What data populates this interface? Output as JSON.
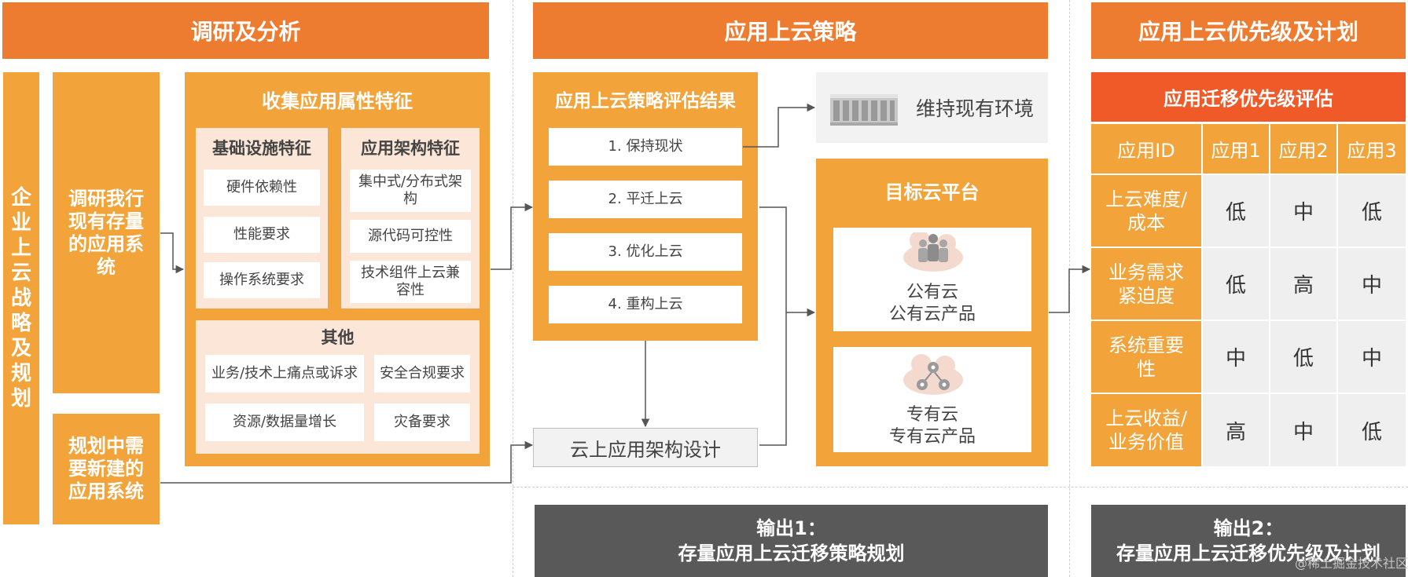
{
  "headers": {
    "col1": "调研及分析",
    "col2": "应用上云策略",
    "col3": "应用上云优先级及计划"
  },
  "left": {
    "vertical_label": "企业上云战略及规划",
    "survey_box": "调研我行现有存量的应用系统",
    "new_box": "规划中需要新建的应用系统"
  },
  "collect": {
    "title": "收集应用属性特征",
    "infra": {
      "title": "基础设施特征",
      "items": [
        "硬件依赖性",
        "性能要求",
        "操作系统要求"
      ]
    },
    "arch": {
      "title": "应用架构特征",
      "items": [
        "集中式/分布式架构",
        "源代码可控性",
        "技术组件上云兼容性"
      ]
    },
    "other": {
      "title": "其他",
      "items": [
        "业务/技术上痛点或诉求",
        "安全合规要求",
        "资源/数据量增长",
        "灾备要求"
      ]
    }
  },
  "strategy": {
    "title": "应用上云策略评估结果",
    "items": [
      "1. 保持现状",
      "2. 平迁上云",
      "3. 优化上云",
      "4. 重构上云"
    ],
    "arch_design": "云上应用架构设计",
    "keep_env": "维持现有环境",
    "target_title": "目标云平台",
    "public": {
      "line1": "公有云",
      "line2": "公有云产品"
    },
    "private": {
      "line1": "专有云",
      "line2": "专有云产品"
    }
  },
  "priority": {
    "title": "应用迁移优先级评估",
    "columns": [
      "应用ID",
      "应用1",
      "应用2",
      "应用3"
    ],
    "rows": [
      {
        "label": "上云难度/成本",
        "values": [
          "低",
          "中",
          "低"
        ]
      },
      {
        "label": "业务需求紧迫度",
        "values": [
          "低",
          "高",
          "中"
        ]
      },
      {
        "label": "系统重要性",
        "values": [
          "中",
          "低",
          "中"
        ]
      },
      {
        "label": "上云收益/业务价值",
        "values": [
          "高",
          "中",
          "低"
        ]
      }
    ]
  },
  "outputs": {
    "out1": {
      "line1": "输出1：",
      "line2": "存量应用上云迁移策略规划"
    },
    "out2": {
      "line1": "输出2：",
      "line2": "存量应用上云迁移优先级及计划"
    }
  },
  "watermark": "@稀土掘金技术社区",
  "colors": {
    "header": "#ee7c30",
    "box_orange": "#f2a33a",
    "priority_header": "#f05a28",
    "pale": "#fbe6d8",
    "output_grey": "#595959",
    "cell_grey": "#efefef"
  }
}
